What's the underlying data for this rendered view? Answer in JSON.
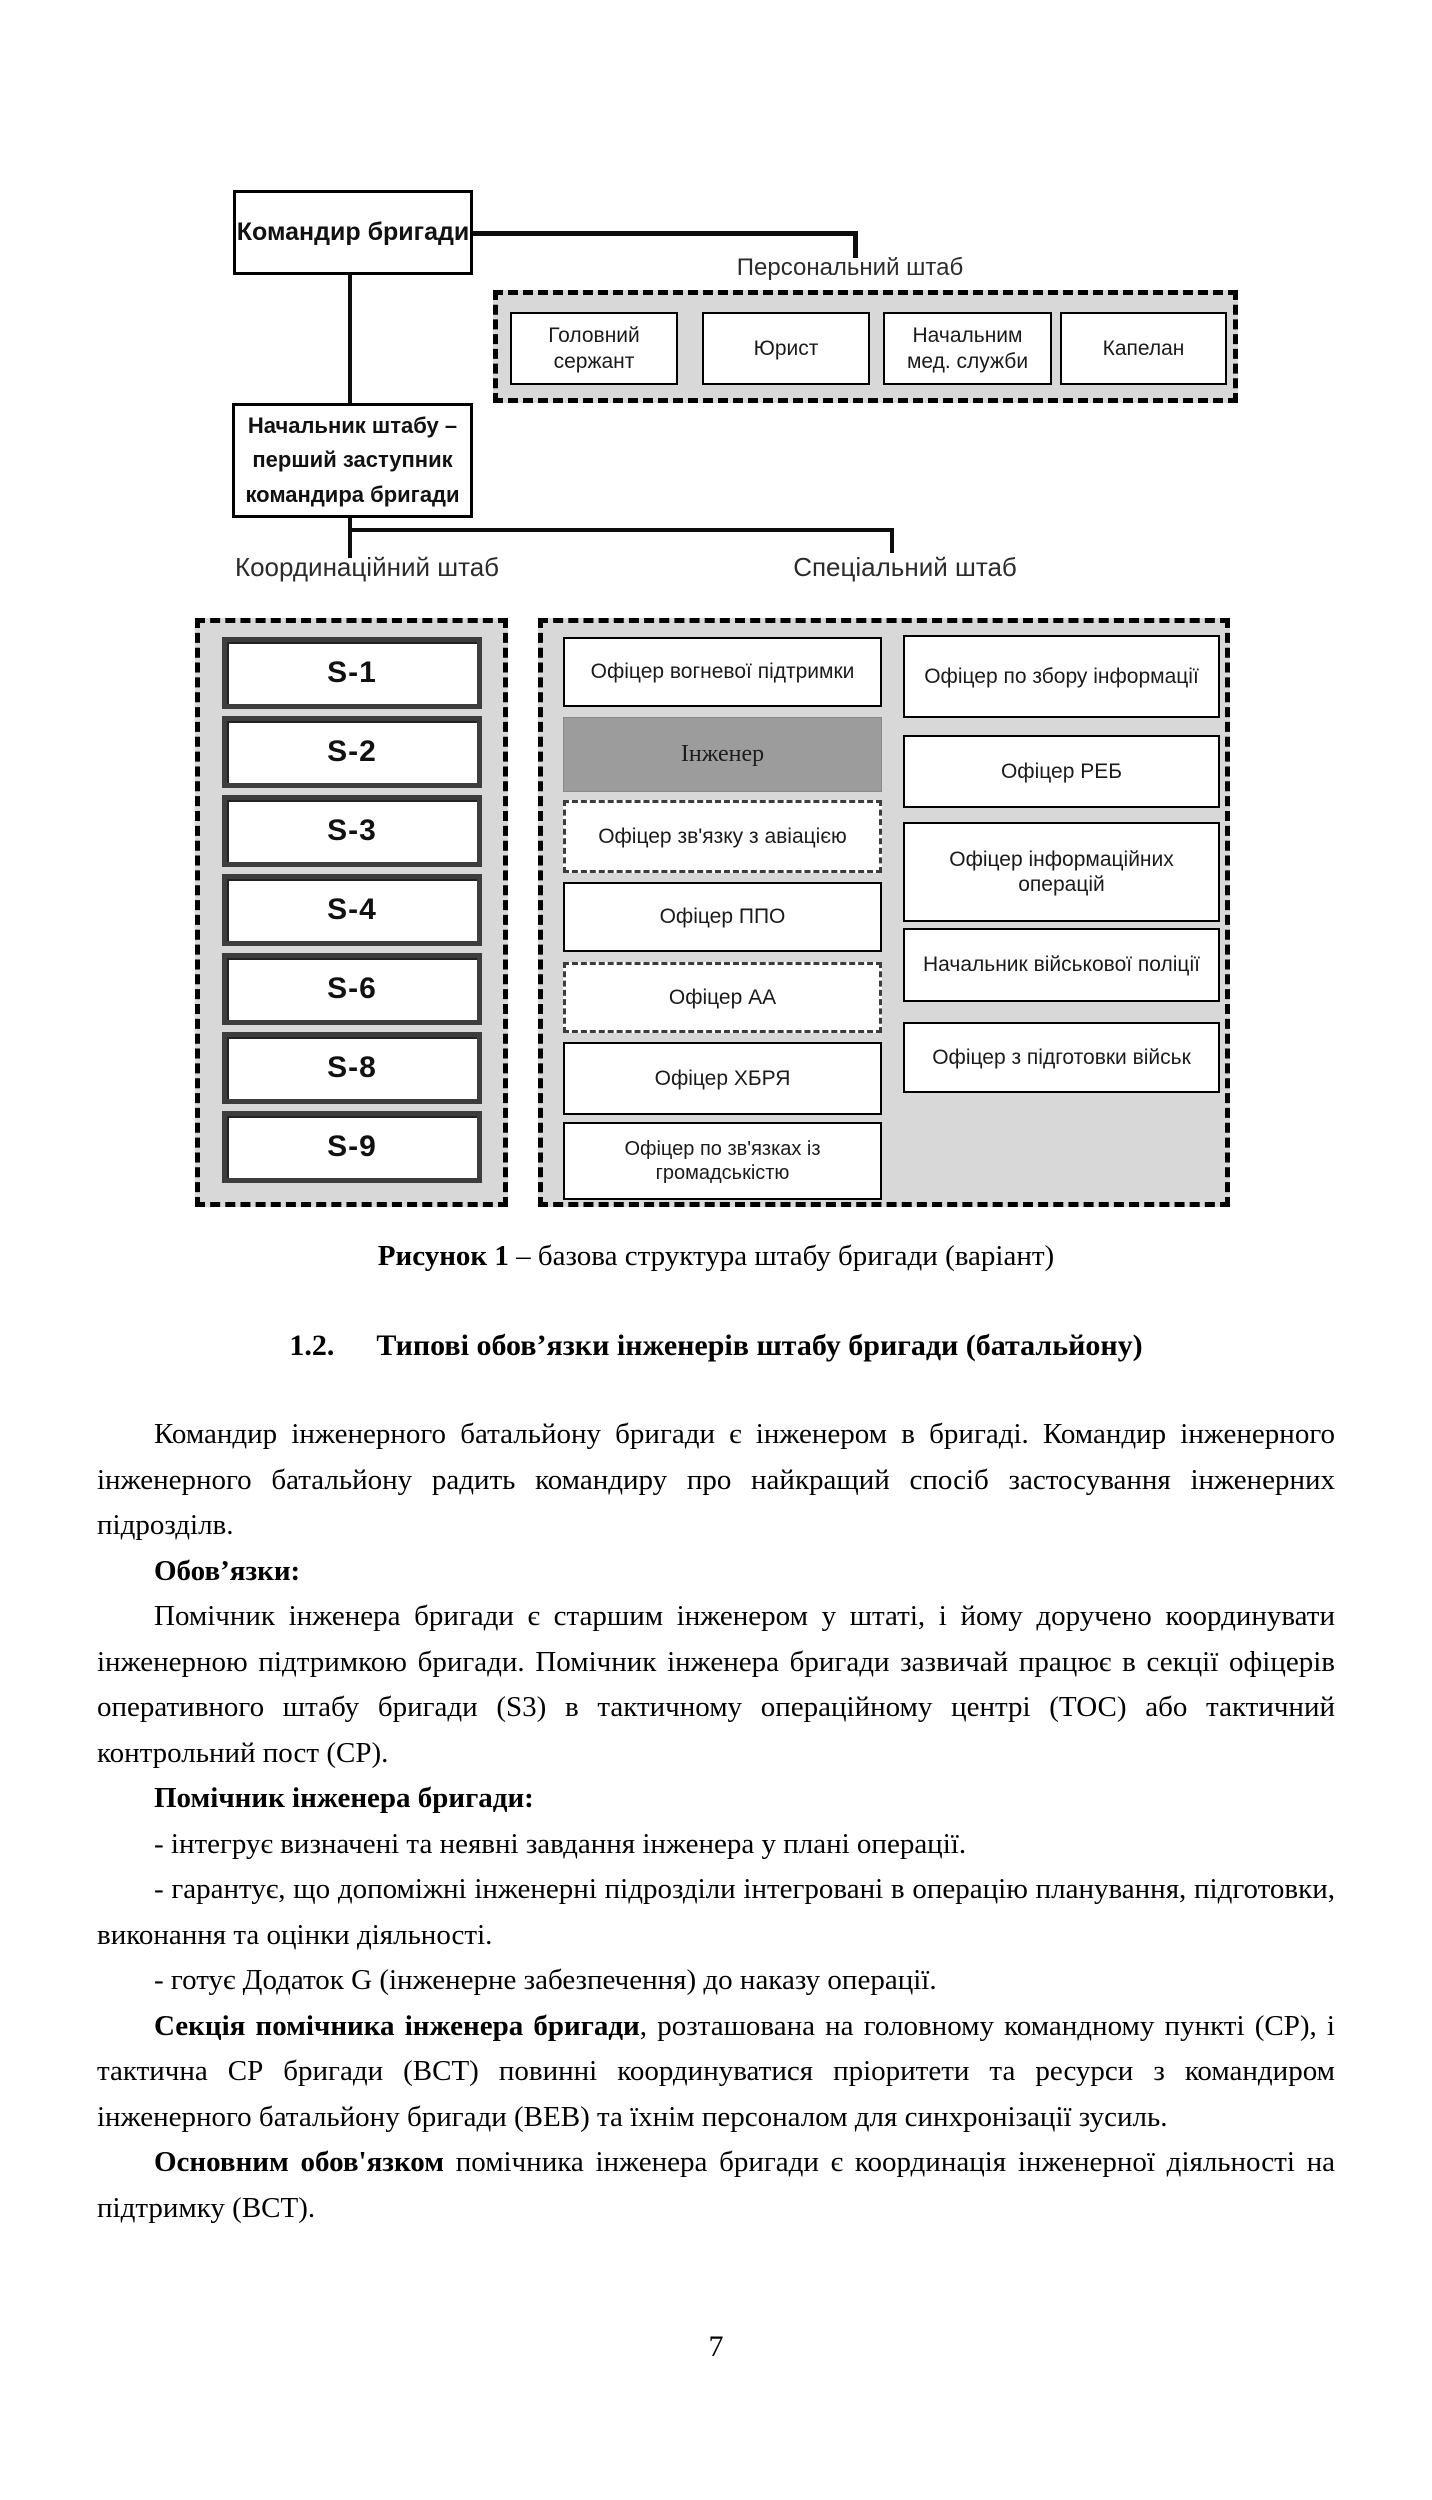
{
  "figure": {
    "commander": "Командир бригади",
    "chief_of_staff": "Начальник штабу – перший заступник командира бригади",
    "personal_staff": {
      "label": "Персональний штаб",
      "boxes": [
        "Головний сержант",
        "Юрист",
        "Начальним мед. служби",
        "Капелан"
      ]
    },
    "coordination_staff": {
      "label": "Координаційний штаб",
      "boxes": [
        "S-1",
        "S-2",
        "S-3",
        "S-4",
        "S-6",
        "S-8",
        "S-9"
      ]
    },
    "special_staff": {
      "label": "Спеціальний штаб",
      "left_column": [
        "Офіцер вогневої підтримки",
        "Інженер",
        "Офіцер зв'язку з авіацією",
        "Офіцер ППО",
        "Офіцер АА",
        "Офіцер ХБРЯ",
        "Офіцер по зв'язках із громадськістю"
      ],
      "right_column": [
        "Офіцер по збору інформації",
        "Офіцер РЕБ",
        "Офіцер інформаційних операцій",
        "Начальник військової поліції",
        "Офіцер з підготовки військ"
      ]
    },
    "caption": {
      "bold": "Рисунок 1",
      "rest": " – базова структура штабу бригади (варіант)"
    },
    "colors": {
      "container_fill": "#d8d8d8",
      "engineer_fill": "#9c9c9c",
      "line": "#0d0d0d"
    }
  },
  "section": {
    "number": "1.2.",
    "title": "Типові обов’язки інженерів штабу бригади (батальйону)"
  },
  "paragraphs": [
    {
      "bold": "",
      "text": "Командир інженерного батальйону бригади є інженером в бригаді. Командир інженерного інженерного батальйону радить командиру про найкращий спосіб застосування інженерних підрозділв."
    },
    {
      "bold": "Обов’язки:",
      "text": ""
    },
    {
      "bold": "",
      "text": "Помічник інженера бригади є старшим інженером у штаті, і йому доручено координувати інженерною підтримкою бригади. Помічник інженера бригади зазвичай працює в секції офіцерів оперативного штабу бригади (S3) в тактичному операційному центрі (ТОС) або тактичний контрольний пост (СР)."
    },
    {
      "bold": "Помічник інженера бригади:",
      "text": ""
    },
    {
      "bold": "",
      "text": "- інтегрує визначені та неявні завдання інженера у плані операції."
    },
    {
      "bold": "",
      "text": "- гарантує, що допоміжні інженерні підрозділи інтегровані в операцію планування, підготовки, виконання та оцінки діяльності."
    },
    {
      "bold": "",
      "text": "- готує Додаток G (інженерне забезпечення) до наказу операції."
    },
    {
      "bold": "Секція помічника інженера бригади",
      "text": ", розташована на головному командному пункті (СР), і тактична СР бригади (ВСТ) повинні координуватися пріоритети та ресурси з командиром інженерного батальйону бригади (ВЕВ) та їхнім персоналом для синхронізації зусиль."
    },
    {
      "bold": "Основним обов'язком",
      "text": " помічника інженера бригади є координація інженерної діяльності на підтримку (ВСТ)."
    }
  ],
  "page_number": "7"
}
